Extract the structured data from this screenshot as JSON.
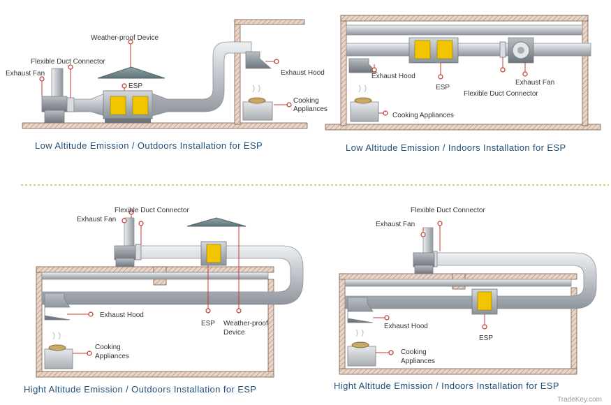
{
  "panels": [
    {
      "caption": "Low Altitude Emission  /  Outdoors Installation for ESP",
      "labels": {
        "weather_proof": "Weather-proof Device",
        "flexible_duct": "Flexible Duct Connector",
        "exhaust_fan": "Exhaust Fan",
        "esp": "ESP",
        "exhaust_hood": "Exhaust Hood",
        "cooking_1": "Cooking",
        "cooking_2": "Appliances"
      }
    },
    {
      "caption": "Low Altitude Emission  /  Indoors Installation for ESP",
      "labels": {
        "exhaust_hood": "Exhaust Hood",
        "esp": "ESP",
        "exhaust_fan": "Exhaust Fan",
        "flexible_duct": "Flexible Duct Connector",
        "cooking": "Cooking  Appliances"
      }
    },
    {
      "caption": "Hight Altitude Emission  /  Outdoors Installation for ESP",
      "labels": {
        "flexible_duct": "Flexible Duct Connector",
        "exhaust_fan": "Exhaust Fan",
        "exhaust_hood": "Exhaust Hood",
        "esp": "ESP",
        "weather_proof_1": "Weather-proof",
        "weather_proof_2": "Device",
        "cooking_1": "Cooking",
        "cooking_2": "Appliances"
      }
    },
    {
      "caption": "Hight Altitude Emission  /  Indoors Installation for ESP",
      "labels": {
        "flexible_duct": "Flexible Duct Connector",
        "exhaust_fan": "Exhaust Fan",
        "exhaust_hood": "Exhaust Hood",
        "esp": "ESP",
        "cooking_1": "Cooking",
        "cooking_2": "Appliances"
      }
    }
  ],
  "watermark": "TradeKey.com",
  "colors": {
    "caption": "#1f4e78",
    "leader": "#c0392b",
    "esp_door": "#f2c500",
    "divider": "#8cc63f"
  }
}
